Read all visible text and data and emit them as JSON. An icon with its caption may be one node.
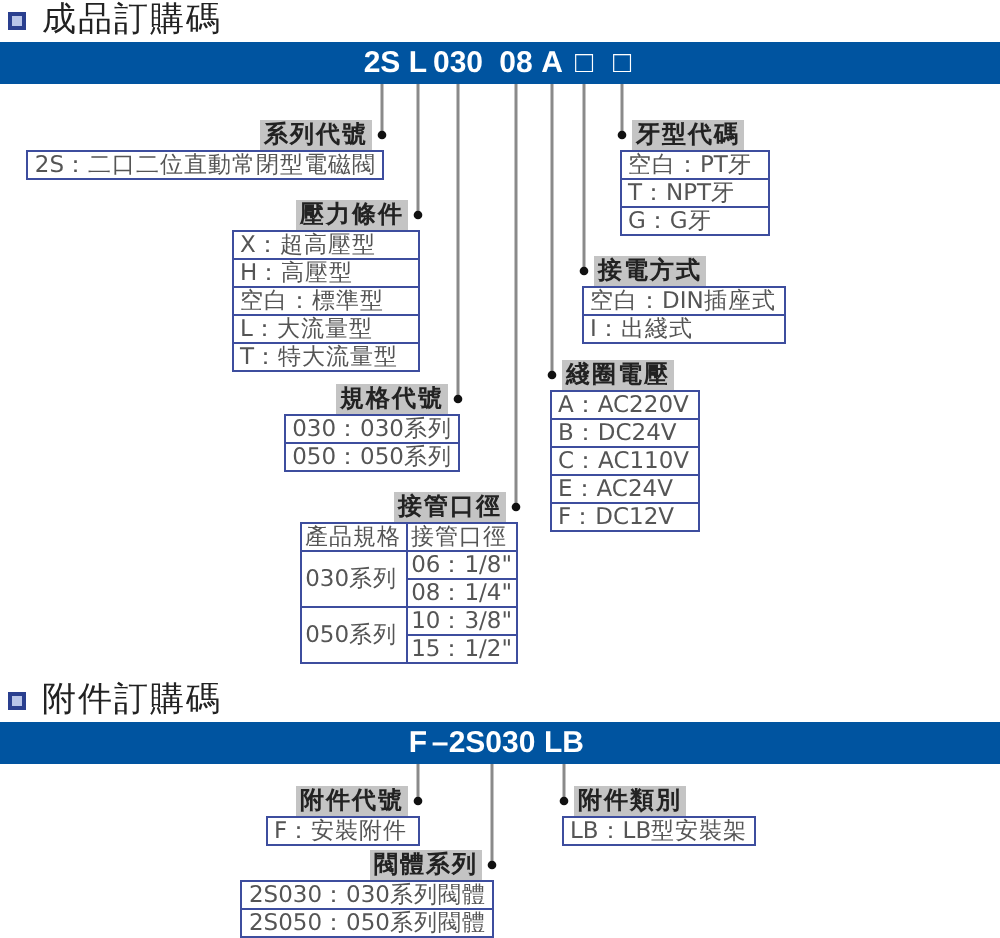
{
  "diagram": {
    "nodes": [
      {
        "text": [],
        "shape": "bar"
      },
      {
        "text": [
          "2S"
        ],
        "in": 0
      },
      {
        "text": [
          "L"
        ],
        "in": 0
      },
      {
        "text": [
          "030"
        ],
        "in": 0
      },
      {
        "text": [
          "08"
        ],
        "in": 0
      },
      {
        "text": [
          "A"
        ],
        "in": 0
      },
      {
        "text": [
          "□"
        ],
        "in": 0
      },
      {
        "text": [
          "□"
        ],
        "in": 0
      },
      {
        "text": [
          "系列代號",
          "2S：二口二位直動常閉型電磁閥"
        ]
      },
      {
        "text": [
          "壓力條件",
          "X：超高壓型",
          "H：高壓型",
          "空白：標準型",
          "L：大流量型",
          "T：特大流量型"
        ]
      },
      {
        "text": [
          "牙型代碼",
          "空白：PT牙",
          "T：NPT牙",
          "G：G牙"
        ]
      },
      {
        "text": [
          "接電方式",
          "空白：DIN插座式",
          "I：出綫式"
        ]
      },
      {
        "text": [
          "綫圈電壓",
          "A：AC220V",
          "B：DC24V",
          "C：AC110V",
          "E：AC24V",
          "F：DC12V"
        ]
      },
      {
        "text": [
          "規格代號",
          "030：030系列",
          "050：050系列"
        ]
      },
      {
        "text": [
          "接管口徑",
          "產品規格",
          "接管口徑",
          "030系列",
          "06：1/8\"",
          "08：1/4\"",
          "050系列",
          "10：3/8\"",
          "15：1/2\""
        ]
      },
      {
        "text": [],
        "shape": "bar"
      },
      {
        "text": [
          "F"
        ],
        "in": 15
      },
      {
        "text": [
          "–"
        ],
        "in": 15
      },
      {
        "text": [
          "2S030"
        ],
        "in": 15
      },
      {
        "text": [
          "LB"
        ],
        "in": 15
      },
      {
        "text": [
          "附件代號",
          "F：安裝附件"
        ]
      },
      {
        "text": [
          "閥體系列",
          "2S030：030系列閥體",
          "2S050：050系列閥體"
        ]
      },
      {
        "text": [
          "附件類別",
          "LB：LB型安裝架"
        ]
      }
    ],
    "edges": [
      {
        "from": 1,
        "to": 8,
        "arrow": "other"
      },
      {
        "from": 2,
        "to": 9,
        "arrow": "other"
      },
      {
        "from": 3,
        "to": 13,
        "arrow": "other"
      },
      {
        "from": 4,
        "to": 14,
        "arrow": "other"
      },
      {
        "from": 5,
        "to": 12,
        "arrow": "other"
      },
      {
        "from": 6,
        "to": 11,
        "arrow": "other"
      },
      {
        "from": 7,
        "to": 10,
        "arrow": "other"
      },
      {
        "from": 16,
        "to": 20,
        "arrow": "other"
      },
      {
        "from": 18,
        "to": 21,
        "arrow": "other"
      },
      {
        "from": 19,
        "to": 22,
        "arrow": "other"
      }
    ],
    "labels": [
      "成品訂購碼",
      "附件訂購碼"
    ]
  }
}
